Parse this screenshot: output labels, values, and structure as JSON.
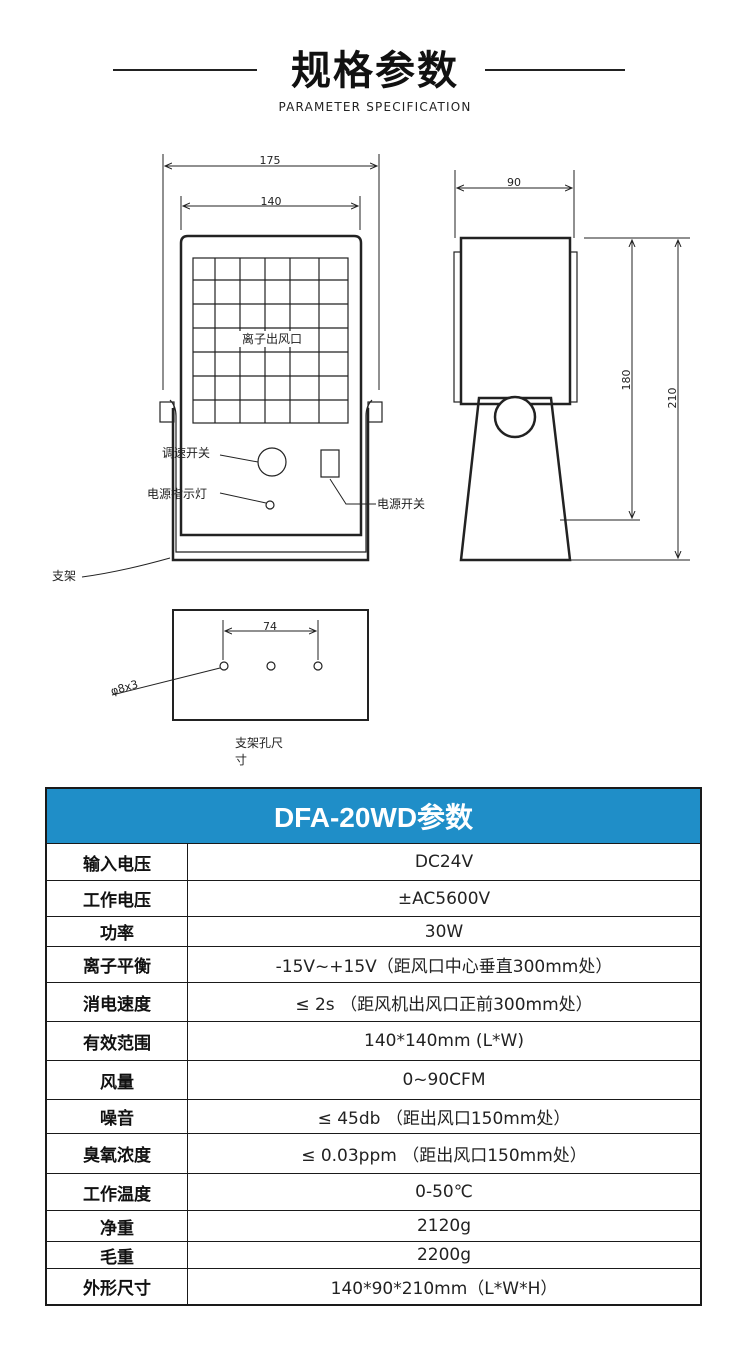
{
  "header": {
    "title": "规格参数",
    "subtitle": "PARAMETER SPECIFICATION"
  },
  "drawing": {
    "dimensions": {
      "width_outer": "175",
      "width_inner": "140",
      "depth": "90",
      "height_inner": "180",
      "height_outer": "210",
      "hole_spacing": "74",
      "hole_spec": "φ8x3"
    },
    "labels": {
      "outlet": "离子出风口",
      "speed_switch": "调速开关",
      "power_indicator": "电源指示灯",
      "power_switch": "电源开关",
      "bracket": "支架",
      "bracket_holes_line1": "支架孔尺",
      "bracket_holes_line2": "寸"
    }
  },
  "spec_table": {
    "title": "DFA-20WD参数",
    "accent_color": "#1f8ec8",
    "rows": [
      {
        "label": "输入电压",
        "value": "DC24V"
      },
      {
        "label": "工作电压",
        "value": "±AC5600V"
      },
      {
        "label": "功率",
        "value": "30W"
      },
      {
        "label": "离子平衡",
        "value": "-15V~+15V（距风口中心垂直300mm处）"
      },
      {
        "label": "消电速度",
        "value": "≤ 2s （距风机出风口正前300mm处）"
      },
      {
        "label": "有效范围",
        "value": "140*140mm (L*W)"
      },
      {
        "label": "风量",
        "value": "0~90CFM"
      },
      {
        "label": "噪音",
        "value": "≤ 45db （距出风口150mm处）"
      },
      {
        "label": "臭氧浓度",
        "value": "≤ 0.03ppm （距出风口150mm处）"
      },
      {
        "label": "工作温度",
        "value": "0-50℃"
      },
      {
        "label": "净重",
        "value": "2120g"
      },
      {
        "label": "毛重",
        "value": "2200g"
      },
      {
        "label": "外形尺寸",
        "value": "140*90*210mm（L*W*H）"
      }
    ]
  }
}
